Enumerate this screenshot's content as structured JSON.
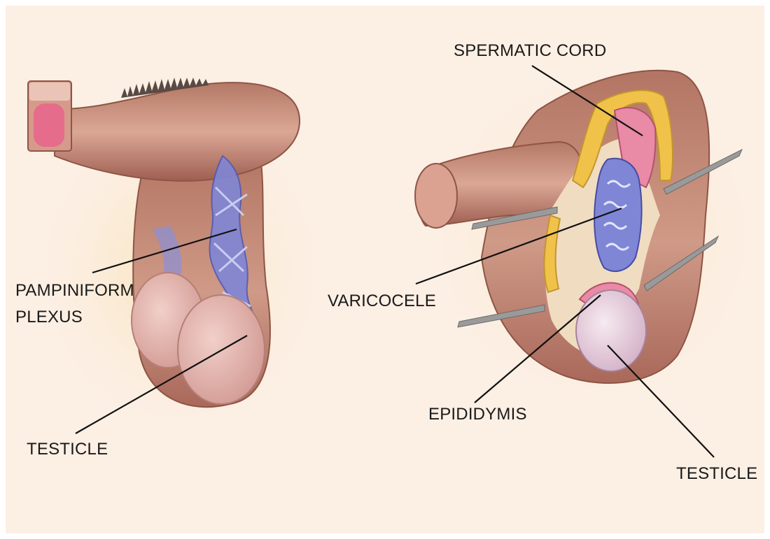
{
  "labels": {
    "pampiniform_line1": "PAMPINIFORM",
    "pampiniform_line2": "PLEXUS",
    "testicle_left": "TESTICLE",
    "spermatic_cord": "SPERMATIC CORD",
    "varicocele": "VARICOCELE",
    "epididymis": "EPIDIDYMIS",
    "testicle_right": "TESTICLE"
  },
  "colors": {
    "background": "#fcefe4",
    "skin": "#c98f7d",
    "skin_dark": "#9c5f4d",
    "vein": "#7f86d6",
    "testicle": "#e8b9b2",
    "fat": "#f0c24a",
    "tissue_pink": "#e98aa6",
    "clamp": "#9a9a9a",
    "leader_line": "#111111"
  }
}
